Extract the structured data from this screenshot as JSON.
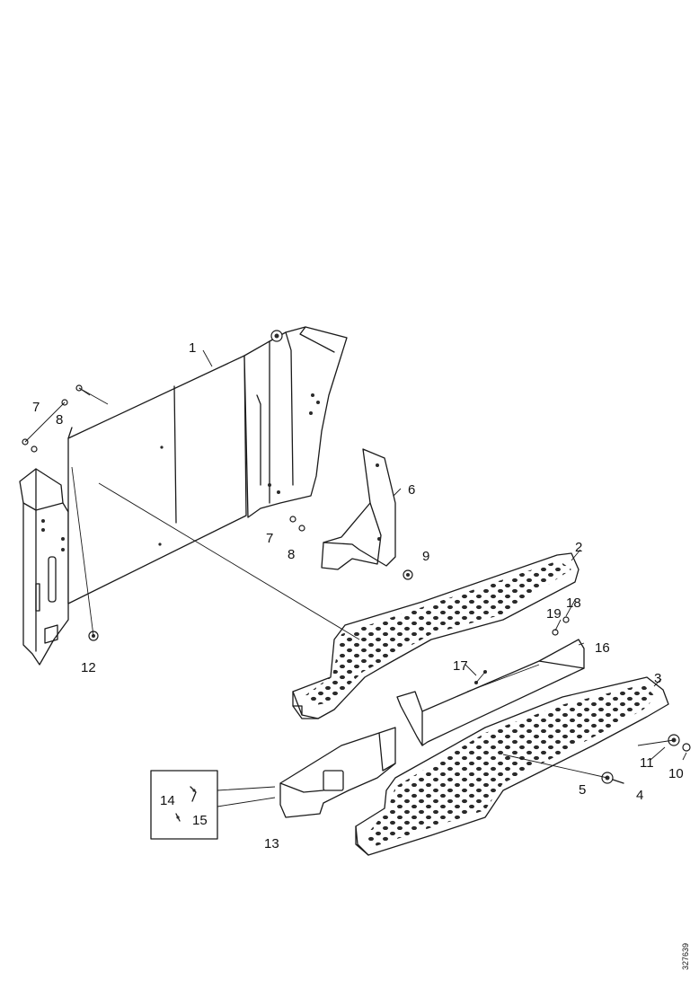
{
  "callouts": [
    {
      "id": "c1",
      "label": "1"
    },
    {
      "id": "c2",
      "label": "2"
    },
    {
      "id": "c3",
      "label": "3"
    },
    {
      "id": "c4",
      "label": "4"
    },
    {
      "id": "c5",
      "label": "5"
    },
    {
      "id": "c6",
      "label": "6"
    },
    {
      "id": "c7a",
      "label": "7"
    },
    {
      "id": "c7b",
      "label": "7"
    },
    {
      "id": "c8a",
      "label": "8"
    },
    {
      "id": "c8b",
      "label": "8"
    },
    {
      "id": "c9",
      "label": "9"
    },
    {
      "id": "c10",
      "label": "10"
    },
    {
      "id": "c11",
      "label": "11"
    },
    {
      "id": "c12",
      "label": "12"
    },
    {
      "id": "c13",
      "label": "13"
    },
    {
      "id": "c14",
      "label": "14"
    },
    {
      "id": "c15",
      "label": "15"
    },
    {
      "id": "c16",
      "label": "16"
    },
    {
      "id": "c17",
      "label": "17"
    },
    {
      "id": "c18",
      "label": "18"
    },
    {
      "id": "c19",
      "label": "19"
    }
  ],
  "document_number": "327639"
}
